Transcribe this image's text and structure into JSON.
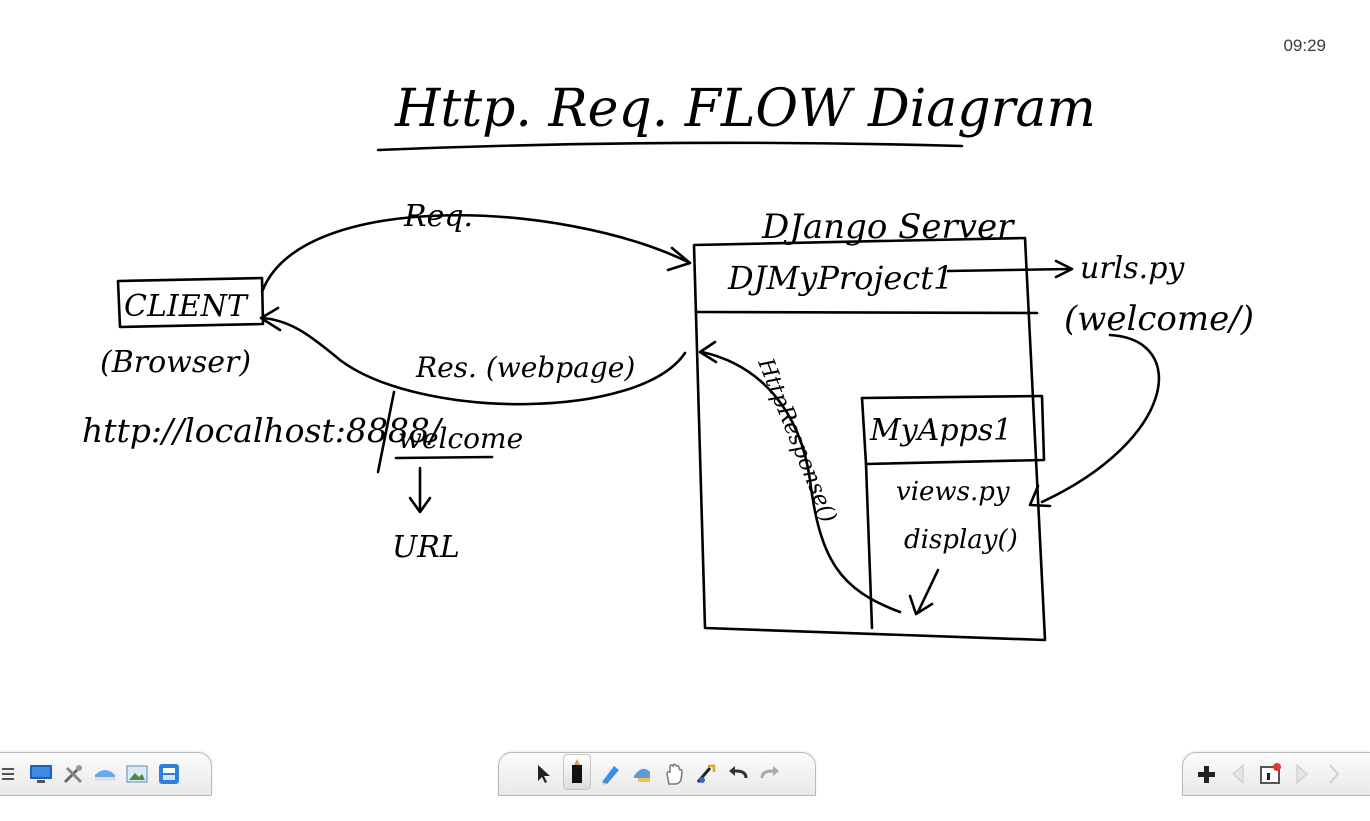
{
  "clock": "09:29",
  "diagram": {
    "title": "Http. Req. FLOW Diagram",
    "client": {
      "label": "CLIENT",
      "note": "(Browser)"
    },
    "url": {
      "prefix": "http://localhost:8888/",
      "path": "welcome",
      "caption": "URL"
    },
    "arrows": {
      "request": "Req.",
      "response": "Res. (webpage)",
      "http_response": "HttpResponse()",
      "display_call": "display()"
    },
    "server": {
      "label": "DJango Server",
      "project": "DJMyProject1",
      "app": "MyApps1",
      "views": "views.py"
    },
    "urls": {
      "file": "urls.py",
      "route": "(welcome/)"
    }
  },
  "toolbar_left": {
    "items": [
      "menu-icon",
      "desktop-icon",
      "tools-icon",
      "screen-shade-icon",
      "image-icon",
      "page-sorter-icon"
    ]
  },
  "toolbar_center": {
    "items": [
      "select-icon",
      "pen-icon",
      "highlighter-icon",
      "eraser-icon",
      "hand-icon",
      "magic-pen-icon",
      "undo-icon",
      "redo-icon"
    ],
    "active": "pen-icon"
  },
  "toolbar_right": {
    "items": [
      "add-page-icon",
      "previous-page-icon",
      "page-indicator-icon",
      "next-page-icon",
      "more-icon"
    ]
  },
  "colors": {
    "ink": "#000000",
    "toolbar_border": "#b9b9b9",
    "accent_blue": "#2a74c9",
    "accent_red": "#e23b2e"
  }
}
